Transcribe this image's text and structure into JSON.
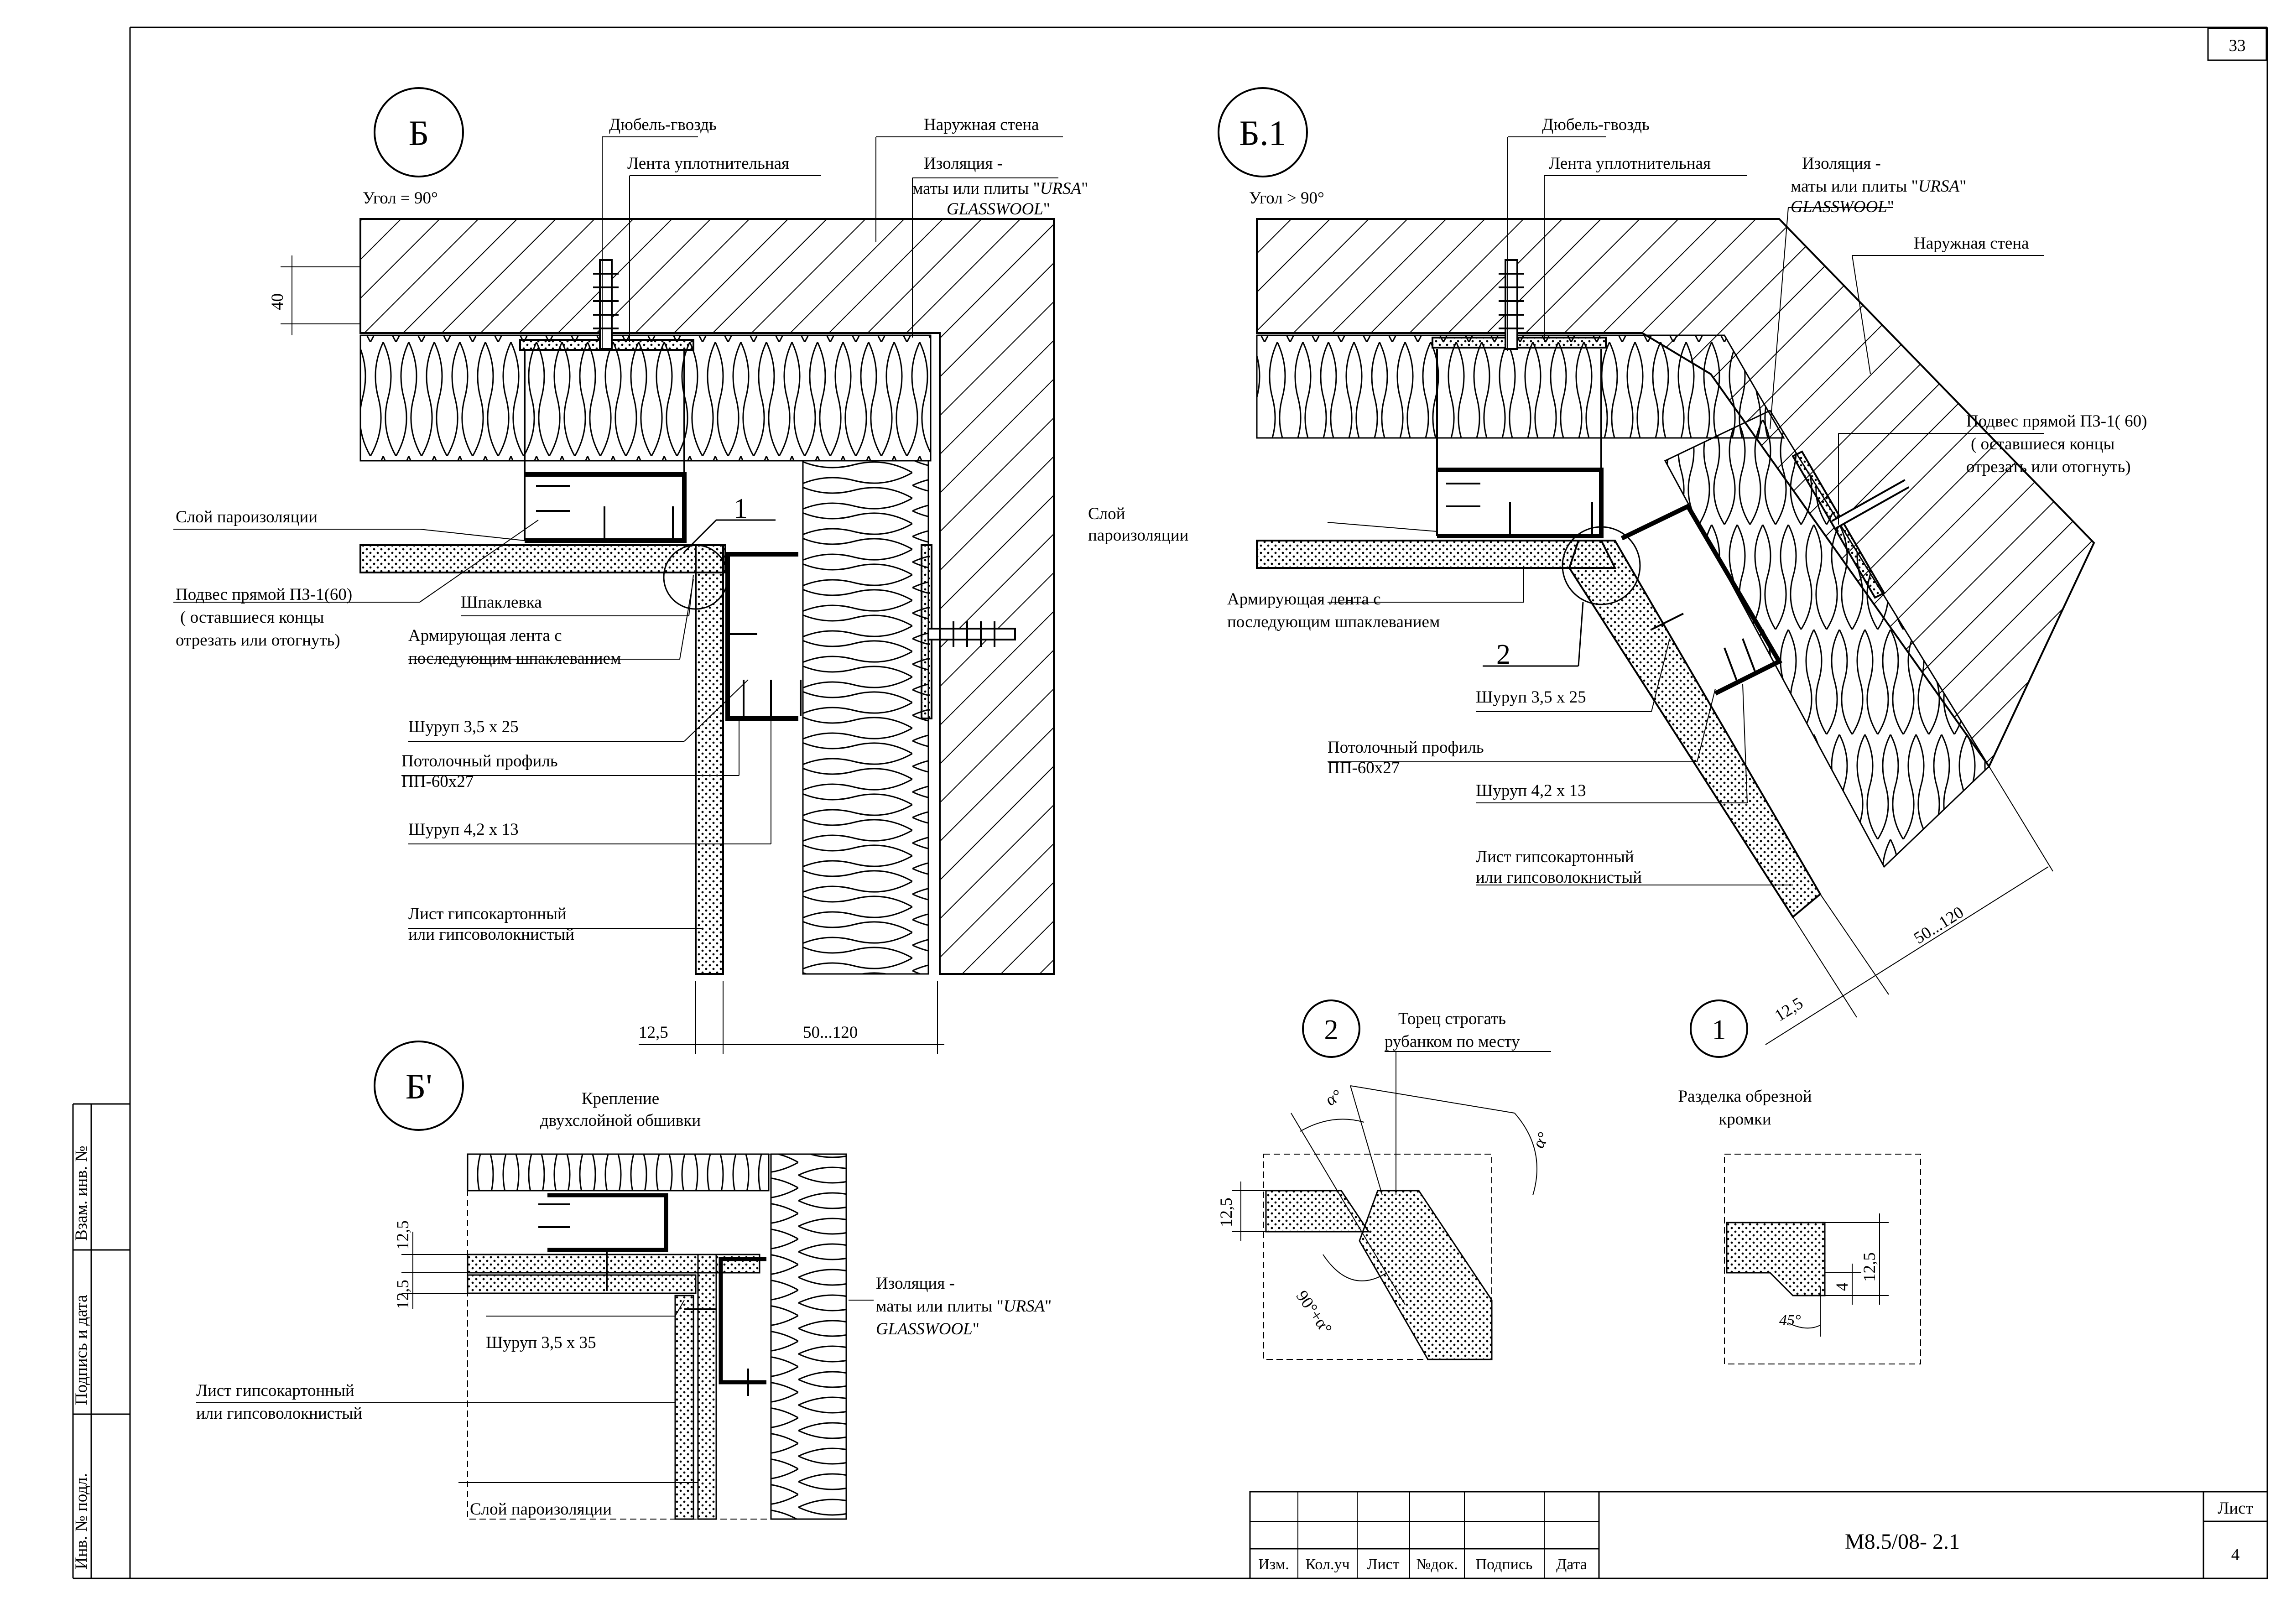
{
  "page_number": "33",
  "stamp": {
    "columns": [
      "Изм.",
      "Кол.уч",
      "Лист",
      "№док.",
      "Подпись",
      "Дата"
    ],
    "code": "М8.5/08- 2.1",
    "sheet_label": "Лист",
    "sheet_number": "4"
  },
  "side_labels": [
    "Взам. инв. №",
    "Подпись и дата",
    "Инв. № подл."
  ],
  "detail_b": {
    "marker": "Б",
    "angle": "Угол = 90°",
    "dim_40": "40",
    "callout_1": "1",
    "labels": {
      "dowel": "Дюбель-гвоздь",
      "outer_wall": "Наружная стена",
      "seal_tape": "Лента уплотнительная",
      "insulation_1": "Изоляция -",
      "insulation_2": "маты или плиты \"",
      "insulation_brand_1": "URSA",
      "insulation_quote_1": "\"",
      "insulation_brand_2": "GLASSWOOL",
      "insulation_quote_2": "\"",
      "vapor": "Слой пароизоляции",
      "hanger_1": "Подвес прямой ПЗ-1(60)",
      "hanger_2": "( оставшиеся концы",
      "hanger_3": "отрезать или отогнуть)",
      "putty": "Шпаклевка",
      "tape_1": "Армирующая лента с",
      "tape_2": "последующим шпаклеванием",
      "screw_a": "Шуруп 3,5 х 25",
      "profile_1": "Потолочный профиль",
      "profile_2": "ПП-60х27",
      "screw_b": "Шуруп 4,2 х 13",
      "sheet_1": "Лист гипсокартонный",
      "sheet_2": "или гипсоволокнистый"
    },
    "dims": {
      "d1": "12,5",
      "d2": "50...120"
    }
  },
  "detail_b1": {
    "marker": "Б.1",
    "angle": "Угол > 90°",
    "callout_2": "2",
    "labels": {
      "dowel": "Дюбель-гвоздь",
      "seal_tape": "Лента уплотнительная",
      "insulation_1": "Изоляция -",
      "insulation_2": "маты или плиты \"",
      "insulation_brand_1": "URSA",
      "insulation_quote_1": "\"",
      "insulation_brand_2": "GLASSWOOL",
      "insulation_quote_2": "\"",
      "outer_wall": "Наружная стена",
      "hanger_1": "Подвес прямой ПЗ-1( 60)",
      "hanger_2": "( оставшиеся концы",
      "hanger_3": "отрезать или отогнуть)",
      "vapor_1": "Слой",
      "vapor_2": "пароизоляции",
      "tape_1": "Армирующая лента с",
      "tape_2": "последующим шпаклеванием",
      "screw_a": "Шуруп 3,5 х 25",
      "profile_1": "Потолочный профиль",
      "profile_2": "ПП-60х27",
      "screw_b": "Шуруп 4,2 х 13",
      "sheet_1": "Лист гипсокартонный",
      "sheet_2": "или гипсоволокнистый"
    },
    "dims": {
      "d1": "12,5",
      "d2": "50...120"
    }
  },
  "detail_bp": {
    "marker": "Б'",
    "title_1": "Крепление",
    "title_2": "двухслойной обшивки",
    "dims": {
      "d1": "12,5",
      "d2": "12,5"
    },
    "labels": {
      "insulation_1": "Изоляция -",
      "insulation_2": "маты или плиты \"",
      "insulation_brand_1": "URSA",
      "insulation_quote_1": "\"",
      "insulation_brand_2": "GLASSWOOL",
      "insulation_quote_2": "\"",
      "screw": "Шуруп 3,5 х 35",
      "sheet_1": "Лист гипсокартонный",
      "sheet_2": "или гипсоволокнистый",
      "vapor": "Слой пароизоляции"
    }
  },
  "detail_2": {
    "marker": "2",
    "note_1": "Торец строгать",
    "note_2": "рубанком по месту",
    "alpha_1": "α°",
    "alpha_2": "α°",
    "angle": "90°+α°",
    "dim": "12,5"
  },
  "detail_1": {
    "marker": "1",
    "title_1": "Разделка обрезной",
    "title_2": "кромки",
    "dim_a": "4",
    "dim_b": "12,5",
    "angle": "45°"
  }
}
